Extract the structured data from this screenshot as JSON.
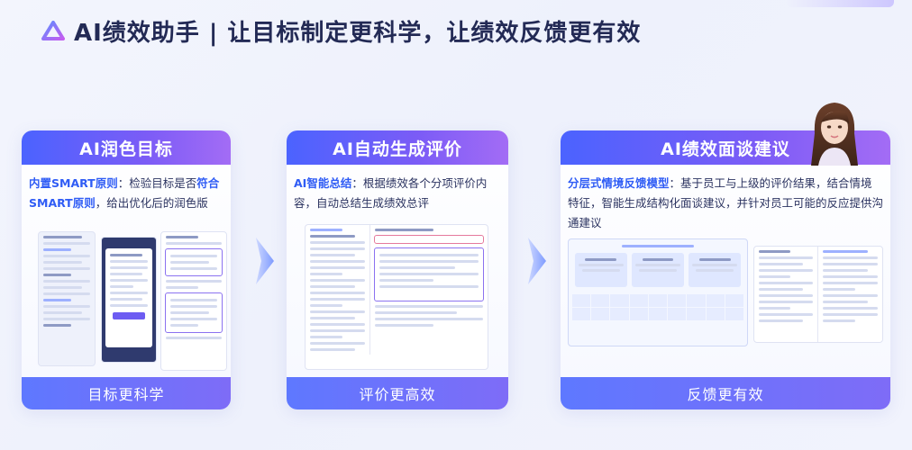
{
  "header": {
    "title": "AI绩效助手 | 让目标制定更科学，让绩效反馈更有效"
  },
  "cards": [
    {
      "title": "AI润色目标",
      "desc_highlight": "内置SMART原则",
      "desc_text": "：检验目标是否",
      "desc_highlight2": "符合SMART原则",
      "desc_text2": "，给出优化后的润色版",
      "footer": "目标更科学"
    },
    {
      "title": "AI自动生成评价",
      "desc_highlight": "AI智能总结",
      "desc_text": "：根据绩效各个分项评价内容，自动总结生成绩效总评",
      "footer": "评价更高效"
    },
    {
      "title": "AI绩效面谈建议",
      "desc_highlight": "分层式情境反馈模型",
      "desc_text": "：基于员工与上级的评价结果，结合情境特征，智能生成结构化面谈建议，并针对员工可能的反应提供沟通建议",
      "footer": "反馈更有效"
    }
  ],
  "colors": {
    "accent_blue": "#4b63ff",
    "accent_purple": "#a36cf5",
    "highlight_text": "#2f5cf5",
    "title_text": "#232a55"
  },
  "icons": {
    "logo": "ai-assistant-logo-icon",
    "arrow": "chevron-right-arrow-icon"
  }
}
